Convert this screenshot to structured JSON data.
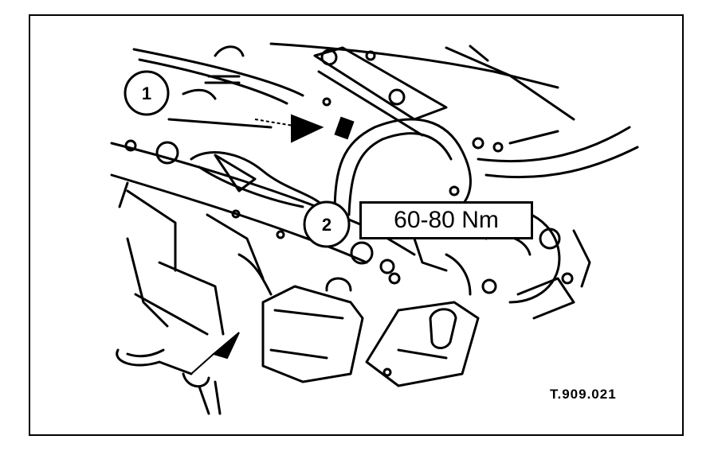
{
  "callouts": [
    {
      "number": "1"
    },
    {
      "number": "2"
    }
  ],
  "torque_label": "60-80 Nm",
  "figure_ref": "T.909.021",
  "colors": {
    "ink": "#000000",
    "paper": "#ffffff"
  }
}
